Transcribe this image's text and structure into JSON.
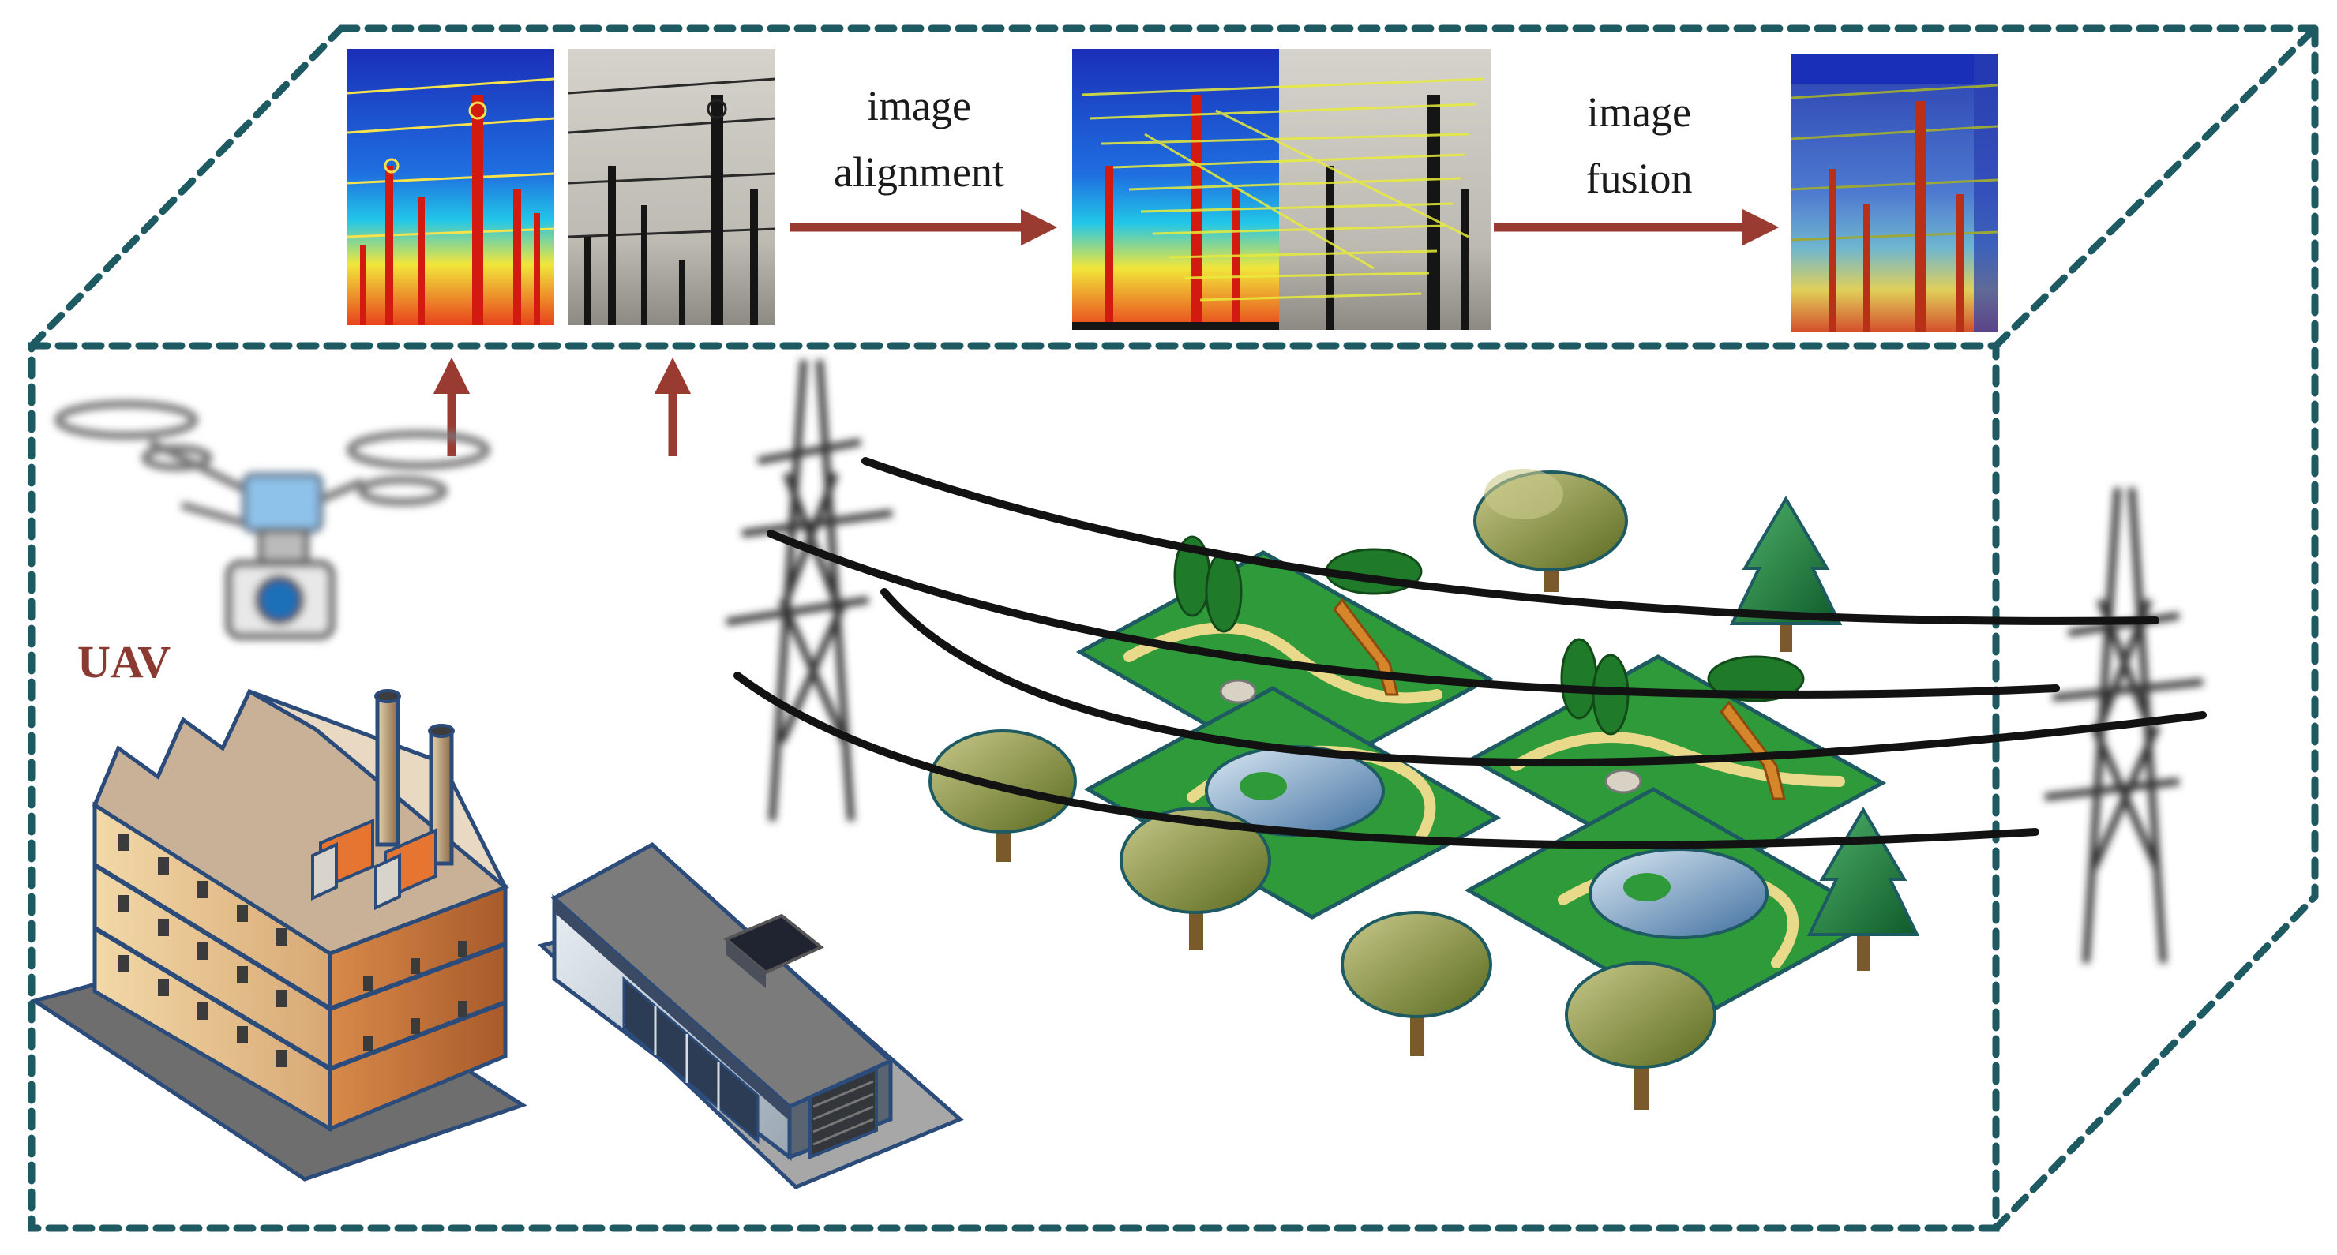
{
  "figure": {
    "uav_label": "UAV",
    "step1": {
      "line1": "image",
      "line2": "alignment"
    },
    "step2": {
      "line1": "image",
      "line2": "fusion"
    }
  },
  "colors": {
    "frame": "#1d5a62",
    "arrow": "#9a3b32",
    "uav_text": "#8b3a32",
    "grass": "#2f9a3a",
    "tree": "#7a8a2a",
    "pine": "#1f7a3a",
    "water": "#6a9ec4",
    "path": "#e9d98a"
  },
  "icons": [
    "drone-icon",
    "factory-icon",
    "warehouse-icon",
    "pylon-icon",
    "park-icon",
    "tree-icon",
    "pine-icon"
  ]
}
